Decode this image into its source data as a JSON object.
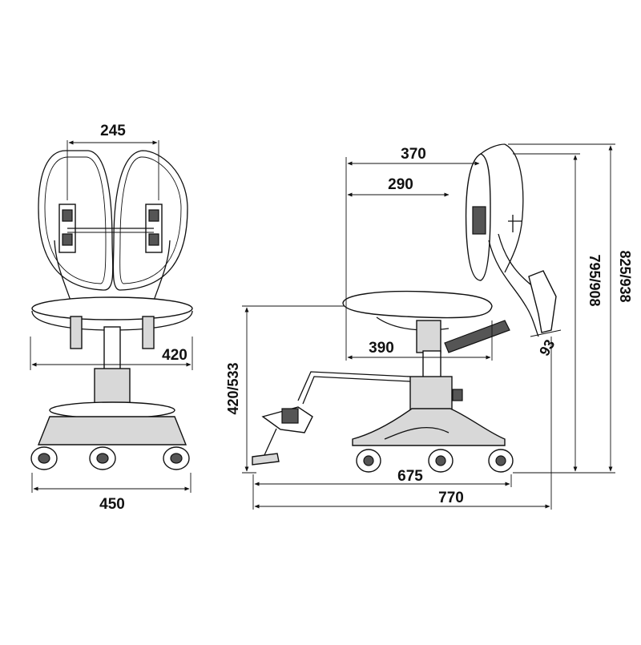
{
  "diagram": {
    "front_view": {
      "width_backrest": "245",
      "seat_depth": "420",
      "base_width": "450"
    },
    "side_view": {
      "back_depth": "370",
      "seat_to_back": "290",
      "seat_depth": "390",
      "seat_height": "420/533",
      "height_low": "795/908",
      "height_high": "825/938",
      "recline": "93",
      "base_depth": "675",
      "total_depth": "770"
    }
  }
}
